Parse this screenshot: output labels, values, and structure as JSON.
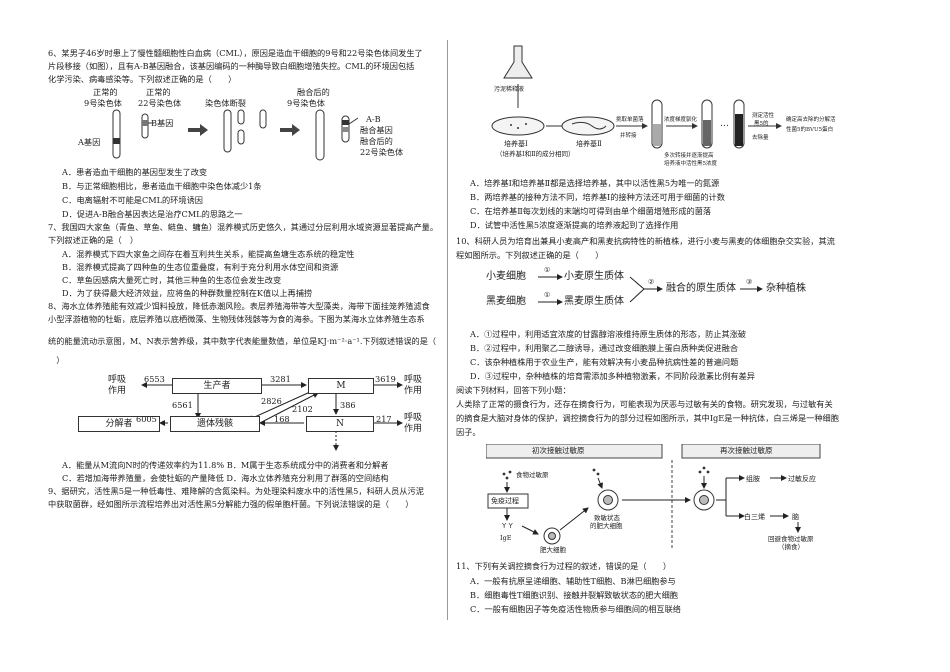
{
  "left": {
    "q6": {
      "stem1": "6、某男子46岁时患上了慢性髓细胞性白血病（CML），原因是造血干细胞的9号和22号染色体间发生了",
      "stem2": "片段移接（如图），且有A-B基因融合，该基因编码的一种酶导致白细胞增殖失控。CML的环境因包括",
      "stem3": "化学污染、病毒感染等。下列叙述正确的是（　　）",
      "fig": {
        "chr9_label1": "正常的",
        "chr9_label2": "9号染色体",
        "chr22_label1": "正常的",
        "chr22_label2": "22号染色体",
        "gene_a": "A基因",
        "gene_b": "B基因",
        "break_label": "染色体断裂",
        "fused9_label1": "融合后的",
        "fused9_label2": "9号染色体",
        "ab_label1": "A-B",
        "ab_label2": "融合基因",
        "ab_label3": "融合后的",
        "ab_label4": "22号染色体"
      },
      "opts": [
        "A．患者造血干细胞的基因型发生了改变",
        "B．与正常细胞相比，患者造血干细胞中染色体减少1条",
        "C．电离辐射不可能是CML的环境诱因",
        "D．促进A-B融合基因表达是治疗CML的思路之一"
      ]
    },
    "q7": {
      "stem1": "7、我国四大家鱼（青鱼、草鱼、鲢鱼、鳙鱼）混养模式历史悠久，其通过分层利用水域资源显著提高产量。",
      "stem2": "下列叙述正确的是（　）",
      "opts": [
        "A．混养模式下四大家鱼之间存在着互利共生关系，能提高鱼塘生态系统的稳定性",
        "B．混养模式提高了四种鱼的生态位重叠度，有利于充分利用水体空间和资源",
        "C．草鱼因感病大量死亡时，其他三种鱼的生态位会发生改变",
        "D．为了获得最大经济效益，应将鱼的种群数量控制在K值以上再捕捞"
      ]
    },
    "q8": {
      "stem1": "8、海水立体养殖能有效减少饵料投放，降低赤潮风险。表层养殖海带等大型藻类，海带下面挂笼养殖滤食",
      "stem2": "小型浮游植物的牡蛎，底层养殖以底栖微藻、生物残体残骸等为食的海参。下图为某海水立体养殖生态系",
      "stem3": "统的能量流动示意图，M、N表示营养级，其中数字代表能量数值，单位是KJ·m⁻²·a⁻¹.下列叙述错误的是（",
      "stem4": "　）",
      "fig": {
        "producer": "生产者",
        "m": "M",
        "n": "N",
        "remains": "遗体残骸",
        "decomposer": "分解者",
        "resp": "呼吸",
        "resp2": "作用",
        "v6553": "6553",
        "v3281": "3281",
        "v3619": "3619",
        "v6561": "6561",
        "v2826": "2826",
        "v2102": "2102",
        "v386": "386",
        "v6005": "6005",
        "v168": "168",
        "v217": "217"
      },
      "opts1": "A．能量从M流向N时的传递效率约为11.8% B．M属于生态系统成分中的消费者和分解者",
      "opts2": "C．若增加海带养殖量，会使牡蛎的产量降低 D．海水立体养殖充分利用了群落的空间结构"
    },
    "q9": {
      "stem1": "9、据研究，活性黑5是一种低毒性、难降解的含氮染料。为处理染料废水中的活性黑5，科研人员从污泥",
      "stem2": "中获取菌群，经如图所示流程培养出对活性黑5分解能力强的假单胞杆菌。下列说法错误的是（　　）"
    }
  },
  "right": {
    "q9fig": {
      "sample": "污泥稀释液",
      "dish1": "培养基Ⅰ",
      "dish2": "培养基Ⅱ",
      "dish_note": "（培养基Ⅰ和Ⅱ的成分相同）",
      "step1a": "挑取单菌落",
      "step1b": "并转接",
      "step2": "浓度梯度驯化",
      "step3a": "多次转接并逐渐提高",
      "step3b": "培养液中活性黑5浓度",
      "step4a": "测定活性",
      "step4b": "黑5的",
      "step4c": "去除量",
      "step5a": "确定高去除的分解活",
      "step5b": "性菌5的BVU5蛋白"
    },
    "q9opts": [
      "A．培养基Ⅰ和培养基Ⅱ都是选择培养基，其中以活性黑5为唯一的氮源",
      "B．两培养基的接种方法不同，培养基Ⅰ的接种方法还可用于细菌的计数",
      "C．在培养基Ⅱ每次划线的末端均可得到由单个细菌增殖形成的菌落",
      "D．试管中活性黑5浓度逐渐提高的培养液起到了选择作用"
    ],
    "q10": {
      "stem1": "10、科研人员为培育出兼具小麦高产和黑麦抗病特性的新植株，进行小麦与黑麦的体细胞杂交实验，其流",
      "stem2": "程如图所示。下列叙述正确的是（　　）",
      "fig": {
        "wheat_cell": "小麦细胞",
        "wheat_proto": "小麦原生质体",
        "rye_cell": "黑麦细胞",
        "rye_proto": "黑麦原生质体",
        "fused": "融合的原生质体",
        "hybrid": "杂种植株",
        "n1": "①",
        "n2": "②",
        "n3": "③"
      },
      "opts": [
        "A．①过程中，利用适宜浓度的甘露醇溶液维持原生质体的形态，防止其涨破",
        "B．②过程中，利用聚乙二醇诱导，通过改变细胞膜上蛋白质种类促进融合",
        "C．该杂种植株用于农业生产，能有效解决有小麦品种抗病性差的普遍问题",
        "D．③过程中，杂种植株的培育需添加多种植物激素，不同阶段激素比例有差异"
      ]
    },
    "reading": {
      "intro": "阅读下列材料，回答下列小题：",
      "p1": "人类除了正常的摄食行为，还存在摘食行为，可能表现为厌恶与过敏有关的食物。研究发现，与过敏有关",
      "p2": "的摘食是大脑对身体的保护，调控摘食行为的部分过程如图所示，其中IgE是一种抗体，白三烯是一种细胞",
      "p3": "因子。"
    },
    "fig2": {
      "first": "初次接触过敏原",
      "again": "再次接触过敏原",
      "allergen": "食物过敏原",
      "immune": "免疫过程",
      "ige": "IgE",
      "mast": "肥大细胞",
      "sensitized1": "致敏状态",
      "sensitized2": "的肥大细胞",
      "histamine": "组胺",
      "allergy": "过敏反应",
      "leuko": "白三烯",
      "brain": "脑",
      "avoid1": "回避食物过敏原",
      "avoid2": "（摘食）"
    },
    "q11": {
      "stem": "11、下列有关调控摘食行为过程的叙述，错误的是（　　）",
      "opts": [
        "A．一般有抗原呈递细胞、辅助性T细胞、B淋巴细胞参与",
        "B．细胞毒性T细胞识别、接触并裂解致敏状态的肥大细胞",
        "C．一般有细胞因子等免疫活性物质参与细胞间的相互联络"
      ]
    }
  }
}
